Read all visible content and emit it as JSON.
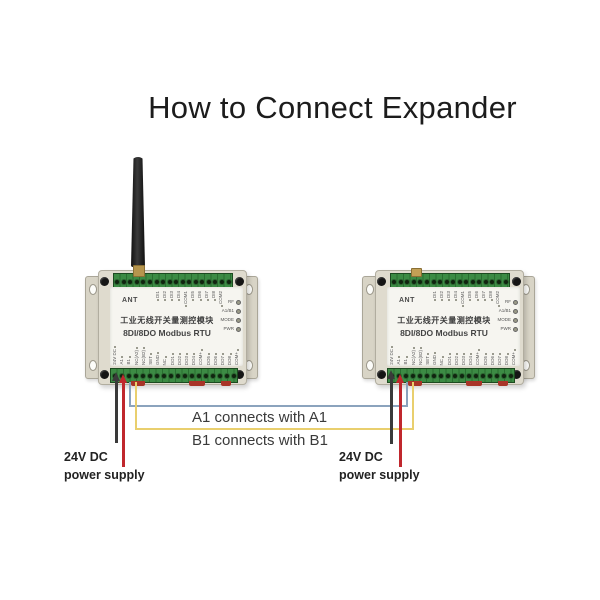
{
  "title": "How to Connect Expander",
  "device_label": {
    "ant": "ANT",
    "product_name_cn": "工业无线开关量测控模块",
    "model": "8DI/8DO Modbus RTU",
    "leds": [
      "RF",
      "A1/B1",
      "MODE",
      "PWR"
    ],
    "top_terminals": [
      "DI1",
      "DI2",
      "DI3",
      "DI4",
      "COM1",
      "DI5",
      "DI6",
      "DI7",
      "DI8",
      "COM2"
    ],
    "bottom_terminals": [
      "24V DC",
      "A1",
      "B1",
      "NC(A2)",
      "NC(B2)",
      "SET",
      "GND",
      "NC",
      "DO1",
      "DO2",
      "DO3",
      "DO4",
      "COM+",
      "DO5",
      "DO6",
      "DO7",
      "DO8",
      "COM+"
    ]
  },
  "connections": {
    "a1": {
      "label": "A1 connects with A1",
      "wire_color": "#8ba3bd"
    },
    "b1": {
      "label": "B1 connects with B1",
      "wire_color": "#e9cf6e"
    }
  },
  "power": {
    "left": {
      "line1": "24V DC",
      "line2": "power supply"
    },
    "right": {
      "line1": "24V DC",
      "line2": "power supply"
    },
    "wire_black": "#3a3a3a",
    "wire_red": "#c0272d"
  },
  "colors": {
    "device_body": "#dfdbce",
    "terminal_strip_green": "#35803c",
    "panel": "#f6f5f0"
  }
}
